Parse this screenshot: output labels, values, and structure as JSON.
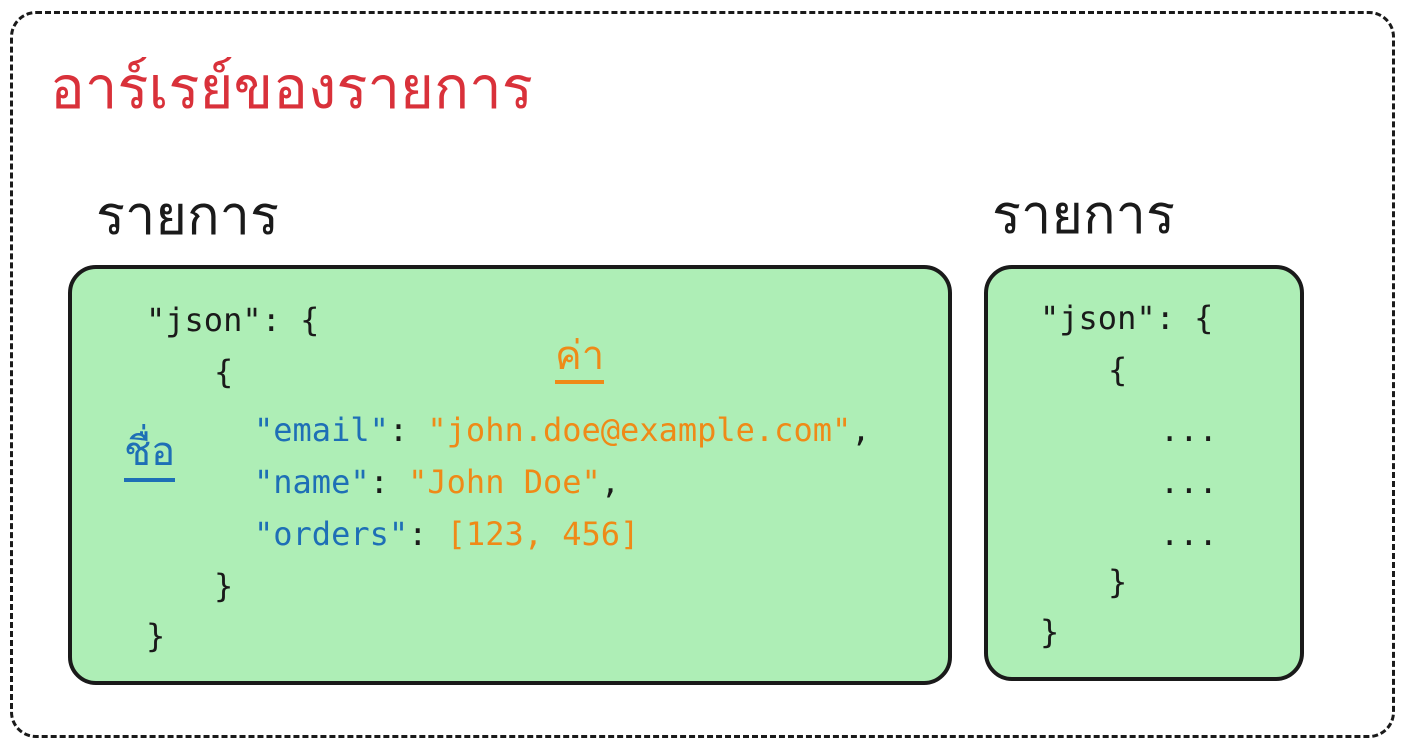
{
  "title": "อาร์เรย์ของรายการ",
  "items": [
    {
      "label": "รายการ",
      "json_open": "\"json\": {",
      "inner_open": "{",
      "annot_name": "ชื่อ",
      "annot_value": "ค่า",
      "fields": [
        {
          "key": "\"email\"",
          "sep": ": ",
          "value": "\"john.doe@example.com\"",
          "trail": ","
        },
        {
          "key": "\"name\"",
          "sep": ": ",
          "value": "\"John Doe\"",
          "trail": ","
        },
        {
          "key": "\"orders\"",
          "sep": ": ",
          "value": "[123, 456]",
          "trail": ""
        }
      ],
      "inner_close": "}",
      "json_close": "}"
    },
    {
      "label": "รายการ",
      "json_open": "\"json\": {",
      "inner_open": "{",
      "ellipses": [
        "...",
        "...",
        "..."
      ],
      "inner_close": "}",
      "json_close": "}"
    }
  ],
  "colors": {
    "title": "#d9313a",
    "box_fill": "#aeeeb6",
    "key": "#1e6fb6",
    "value": "#ef8a17"
  }
}
